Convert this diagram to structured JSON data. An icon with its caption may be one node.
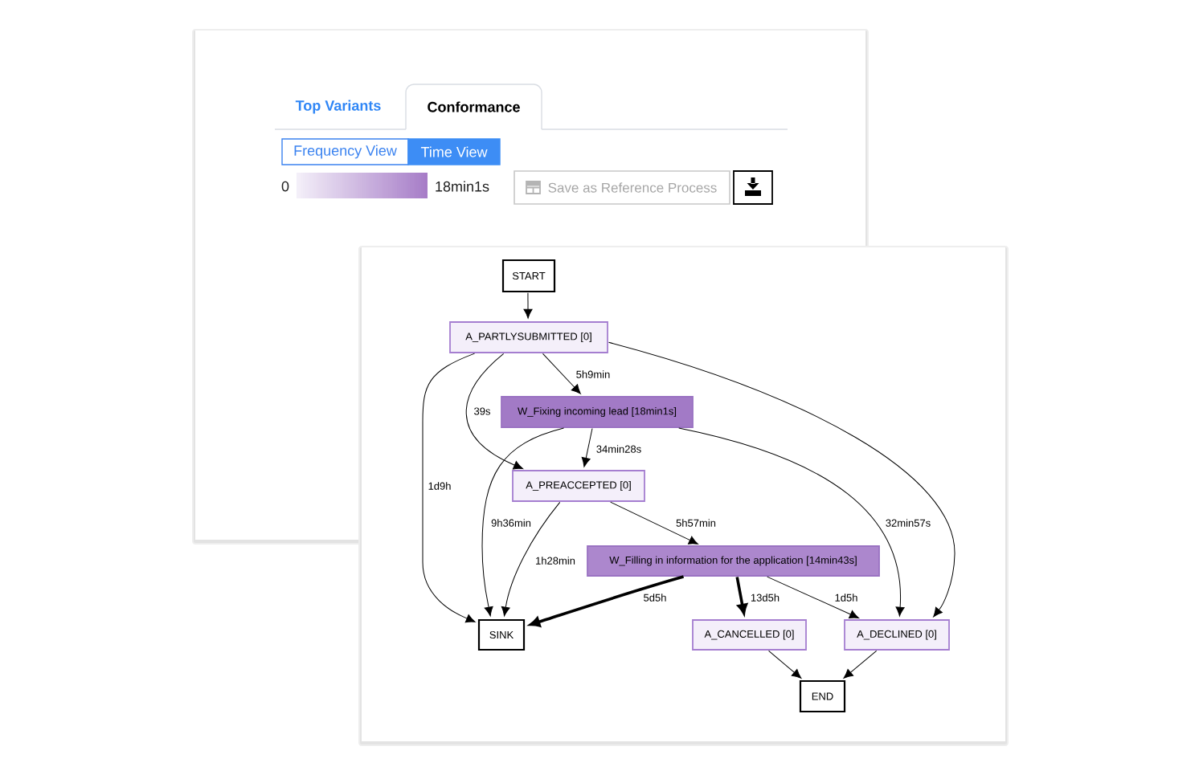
{
  "diagram": {
    "nodes": [
      {
        "text": [
          "Conformance"
        ]
      },
      {
        "text": [
          "Frequency View"
        ]
      },
      {
        "text": [
          "Time View"
        ]
      },
      {
        "text": [
          "Save as Reference Process"
        ]
      },
      {
        "text": [],
        "shape": "box"
      },
      {
        "text": [
          "START"
        ]
      },
      {
        "text": [
          "A_PARTLYSUBMITTED [0]"
        ]
      },
      {
        "text": [
          "W_Fixing incoming lead [18min1s]"
        ]
      },
      {
        "text": [
          "A_PREACCEPTED [0]"
        ]
      },
      {
        "text": [
          "W_Filling in information for the application [14min43s]"
        ]
      },
      {
        "text": [
          "SINK"
        ]
      },
      {
        "text": [
          "A_CANCELLED [0]"
        ]
      },
      {
        "text": [
          "A_DECLINED [0]"
        ]
      },
      {
        "text": [
          "END"
        ]
      }
    ],
    "edges": [
      {
        "from": 5,
        "to": 6,
        "arrow": "to"
      },
      {
        "from": 6,
        "to": 7,
        "arrow": "to",
        "label": "5h9min"
      },
      {
        "from": 6,
        "to": 8,
        "arrow": "to",
        "label": "39s"
      },
      {
        "from": 6,
        "to": 10,
        "arrow": "to",
        "label": "1d9h"
      },
      {
        "from": 6,
        "to": 12,
        "arrow": "to"
      },
      {
        "from": 7,
        "to": 8,
        "arrow": "to",
        "label": "34min28s"
      },
      {
        "from": 7,
        "to": 10,
        "arrow": "to",
        "label": "9h36min"
      },
      {
        "from": 7,
        "to": 12,
        "arrow": "to",
        "label": "32min57s"
      },
      {
        "from": 8,
        "to": 10,
        "arrow": "to",
        "label": "1h28min"
      },
      {
        "from": 8,
        "to": 9,
        "arrow": "to",
        "label": "5h57min"
      },
      {
        "from": 9,
        "to": 10,
        "arrow": "to",
        "label": "5d5h",
        "style": "thick"
      },
      {
        "from": 9,
        "to": 11,
        "arrow": "to",
        "label": "13d5h",
        "style": "thick"
      },
      {
        "from": 9,
        "to": 12,
        "arrow": "to",
        "label": "1d5h"
      },
      {
        "from": 11,
        "to": 13,
        "arrow": "to"
      },
      {
        "from": 12,
        "to": 13,
        "arrow": "to"
      }
    ],
    "labels": [
      "Top Variants",
      "0",
      "18min1s"
    ]
  }
}
